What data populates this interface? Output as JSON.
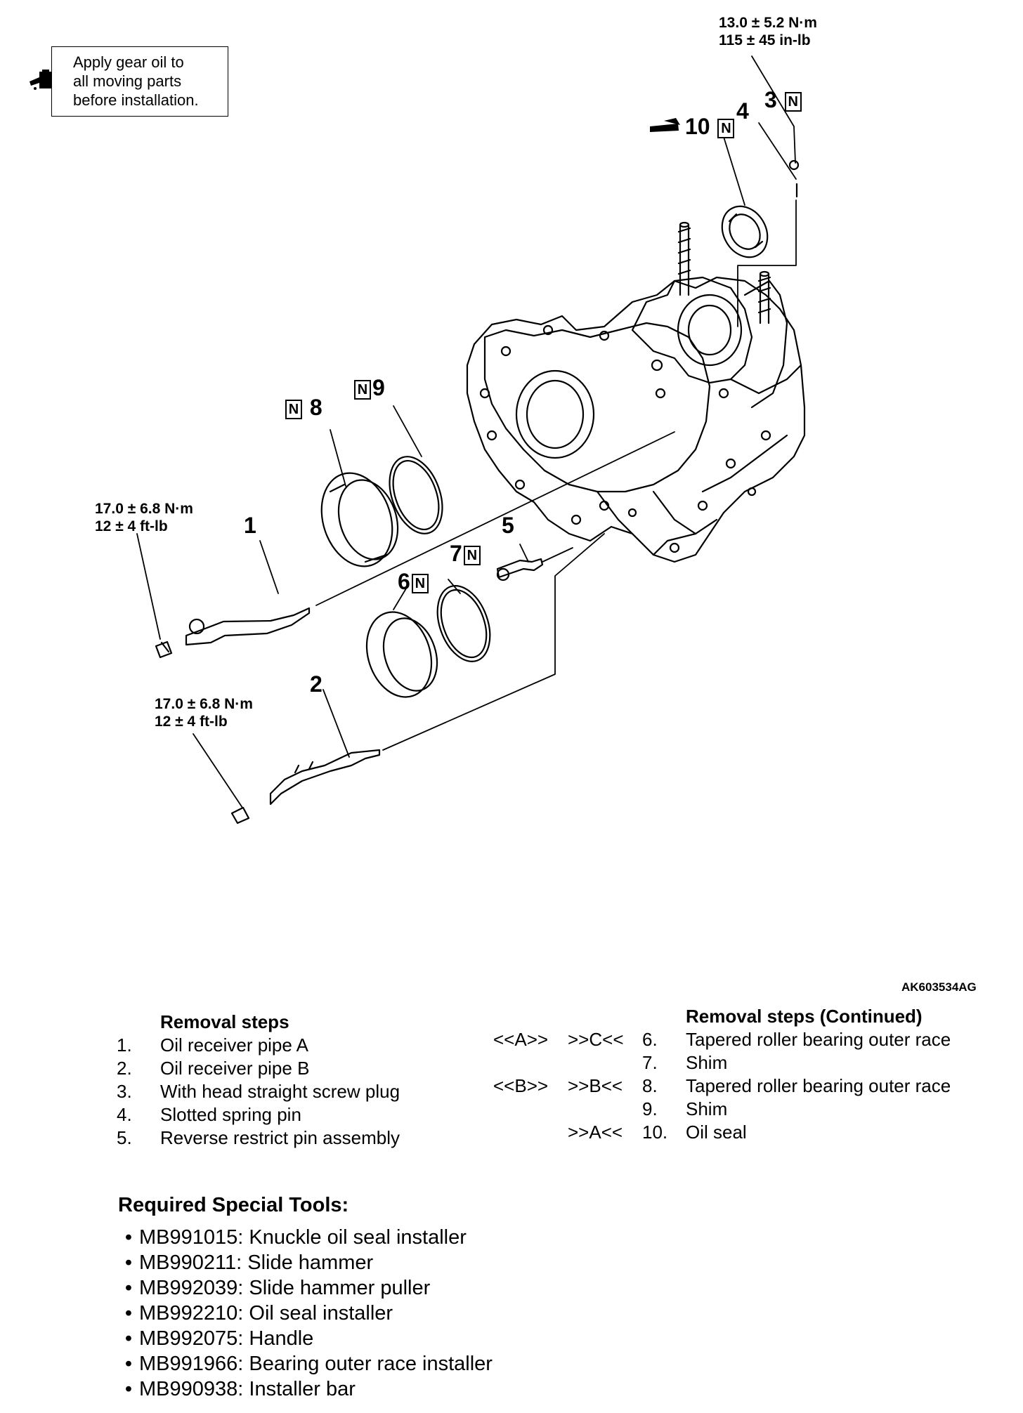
{
  "note": {
    "lines": [
      "Apply gear oil to",
      "all moving parts",
      "before installation."
    ],
    "icon": "oil-can-icon"
  },
  "torque": {
    "t3": [
      "13.0 ± 5.2 N·m",
      "115 ± 45 in-lb"
    ],
    "t1": [
      "17.0 ± 6.8 N·m",
      "12 ± 4 ft-lb"
    ],
    "t2": [
      "17.0 ± 6.8 N·m",
      "12 ± 4 ft-lb"
    ]
  },
  "callouts": {
    "p1": "1",
    "p2": "2",
    "p3": "3",
    "p4": "4",
    "p5": "5",
    "p6": "6",
    "p7": "7",
    "p8": "8",
    "p9": "9",
    "p10": "10",
    "n": "N"
  },
  "figure_code": "AK603534AG",
  "removal_left": {
    "title": "Removal steps",
    "items": [
      {
        "idx": "1.",
        "text": "Oil receiver pipe A"
      },
      {
        "idx": "2.",
        "text": "Oil receiver pipe B"
      },
      {
        "idx": "3.",
        "text": "With head straight screw plug"
      },
      {
        "idx": "4.",
        "text": "Slotted spring pin"
      },
      {
        "idx": "5.",
        "text": "Reverse restrict pin assembly"
      }
    ]
  },
  "removal_right": {
    "title": "Removal steps (Continued)",
    "items": [
      {
        "c1": "<<A>>",
        "c2": ">>C<<",
        "idx": "6.",
        "text": "Tapered roller bearing outer race"
      },
      {
        "c1": "",
        "c2": "",
        "idx": "7.",
        "text": "Shim"
      },
      {
        "c1": "<<B>>",
        "c2": ">>B<<",
        "idx": "8.",
        "text": "Tapered roller bearing outer race"
      },
      {
        "c1": "",
        "c2": "",
        "idx": "9.",
        "text": "Shim"
      },
      {
        "c1": "",
        "c2": ">>A<<",
        "idx": "10.",
        "text": "Oil seal"
      }
    ]
  },
  "tools": {
    "title": "Required Special Tools:",
    "items": [
      "MB991015: Knuckle oil seal installer",
      "MB990211: Slide hammer",
      "MB992039: Slide hammer puller",
      "MB992210: Oil seal installer",
      "MB992075: Handle",
      "MB991966: Bearing outer race installer",
      "MB990938: Installer bar"
    ]
  }
}
